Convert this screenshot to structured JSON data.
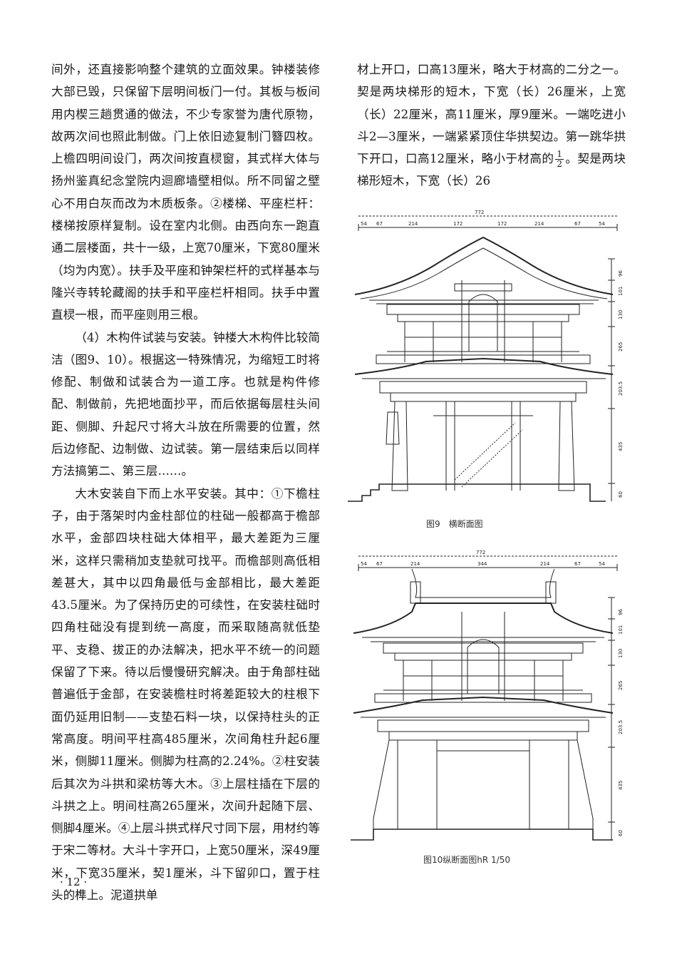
{
  "left_column": {
    "p1": "间外，还直接影响整个建筑的立面效果。钟楼装修大部已毁，只保留下层明间板门一付。其板与板间用内楔三趟贯通的做法，不少专家誉为唐代原物，故两次间也照此制做。门上依旧迹复制门簪四枚。上檐四明间设门，两次间按直棂窗，其式样大体与扬州鉴真纪念堂院内迴廊墙壁相似。所不同留之壁心不用白灰而改为木质板条。②楼梯、平座栏杆：楼梯按原样复制。设在室内北侧。由西向东一跑直通二层楼面，共十一级，上宽70厘米，下宽80厘米（均为内宽）。扶手及平座和钟架栏杆的式样基本与隆兴寺转轮藏阁的扶手和平座栏杆相同。扶手中置直棂一根，而平座则用三根。",
    "p2": "（4）木构件试装与安装。钟楼大木构件比较简洁（图9、10）。根据这一特殊情况，为缩短工时将修配、制做和试装合为一道工序。也就是构件修配、制做前，先把地面抄平，而后依据每层柱头间距、侧脚、升起尺寸将大斗放在所需要的位置，然后边修配、边制做、边试装。第一层结束后以同样方法搞第二、第三层……。",
    "p3": "大木安装自下而上水平安装。其中：①下檐柱子，由于落架时内金柱部位的柱础一般都高于檐部水平，金部四块柱础大体相平，最大差距为三厘米，这样只需稍加支垫就可找平。而檐部则高低相差甚大，其中以四角最低与金部相比，最大差距43.5厘米。为了保持历史的可续性，在安装柱础时四角柱础没有提到统一高度，而采取随高就低垫平、支稳、拔正的办法解决，把水平不统一的问题保留了下来。待以后慢慢研究解决。由于角部柱础普遍低于金部，在安装檐柱时将差距较大的柱根下面仍延用旧制——支垫石料一块，以保持柱头的正常高度。明间平柱高485厘米，次间角柱升起6厘米，侧脚11厘米。侧脚为柱高的2.24%。②柱安装后其次为斗拱和梁枋等大木。③上层柱插在下层的斗拱之上。明间柱高265厘米，次间升起随下层、侧脚4厘米。④上层斗拱式样尺寸同下层，用材约等于宋二等材。大斗十字开口，上宽50厘米，深49厘米，下宽35厘米，契1厘米，斗下留卯口，置于柱头的榫上。泥道拱单"
  },
  "right_column": {
    "p1_a": "材上开口，口高13厘米，略大于材高的二分之一。契是两块梯形的短木，下宽（长）26厘米，上宽（长）22厘米，高11厘米，厚9厘米。一端吃进小斗2—3厘米，一端紧紧顶住华拱契边。第一跳华拱下开口，口高12厘米，略小于材高的",
    "frac_num": "1",
    "frac_den": "2",
    "p1_b": "。契是两块梯形短木，下宽（长）26"
  },
  "figure9": {
    "caption": "图9　横断面图",
    "dims_top": [
      "772",
      "54",
      "67",
      "214",
      "172",
      "172",
      "214",
      "67",
      "54"
    ],
    "dims_right": [
      "96",
      "101",
      "130",
      "265",
      "203.5",
      "435",
      "60"
    ]
  },
  "figure10": {
    "caption": "图10纵断面图hR 1/50",
    "dims_top": [
      "772",
      "54",
      "67",
      "214",
      "344",
      "214",
      "67",
      "54"
    ],
    "dims_right": [
      "96",
      "101",
      "130",
      "265",
      "203.5",
      "435",
      "60"
    ]
  },
  "page_number": "· 12 ·"
}
